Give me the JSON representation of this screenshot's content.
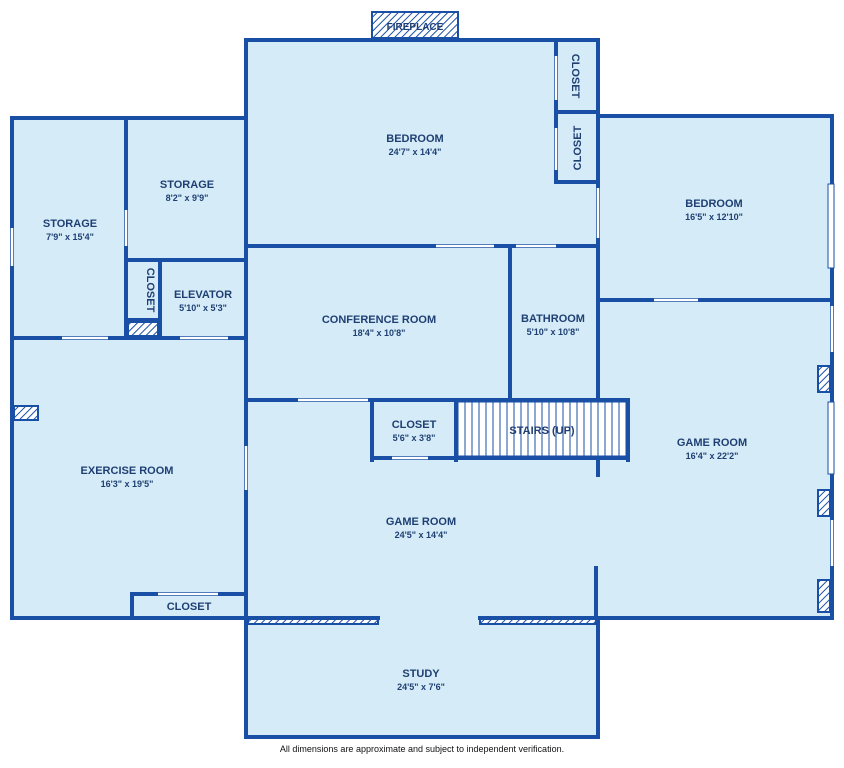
{
  "colors": {
    "wall": "#1a4fa6",
    "floor": "#d5ecf8",
    "text": "#1f3f73",
    "opening": "#ffffff"
  },
  "fireplace": {
    "label": "FIREPLACE"
  },
  "rooms": {
    "bedroom_top": {
      "name": "BEDROOM",
      "dims": "24'7\" x 14'4\""
    },
    "closet_top_1": {
      "name": "CLOSET"
    },
    "closet_top_2": {
      "name": "CLOSET"
    },
    "bedroom_right": {
      "name": "BEDROOM",
      "dims": "16'5\" x 12'10\""
    },
    "storage_left": {
      "name": "STORAGE",
      "dims": "7'9\" x 15'4\""
    },
    "storage_mid": {
      "name": "STORAGE",
      "dims": "8'2\" x 9'9\""
    },
    "closet_small": {
      "name": "CLOSET"
    },
    "elevator": {
      "name": "ELEVATOR",
      "dims": "5'10\" x 5'3\""
    },
    "conference": {
      "name": "CONFERENCE ROOM",
      "dims": "18'4\" x 10'8\""
    },
    "bathroom": {
      "name": "BATHROOM",
      "dims": "5'10\" x 10'8\""
    },
    "closet_mid": {
      "name": "CLOSET",
      "dims": "5'6\" x 3'8\""
    },
    "stairs": {
      "name": "STAIRS (UP)"
    },
    "game_room_right": {
      "name": "GAME ROOM",
      "dims": "16'4\" x 22'2\""
    },
    "exercise": {
      "name": "EXERCISE ROOM",
      "dims": "16'3\" x 19'5\""
    },
    "game_room_center": {
      "name": "GAME ROOM",
      "dims": "24'5\" x 14'4\""
    },
    "closet_bottom": {
      "name": "CLOSET"
    },
    "study": {
      "name": "STUDY",
      "dims": "24'5\" x 7'6\""
    }
  },
  "footer": "All dimensions are approximate and subject to independent verification."
}
